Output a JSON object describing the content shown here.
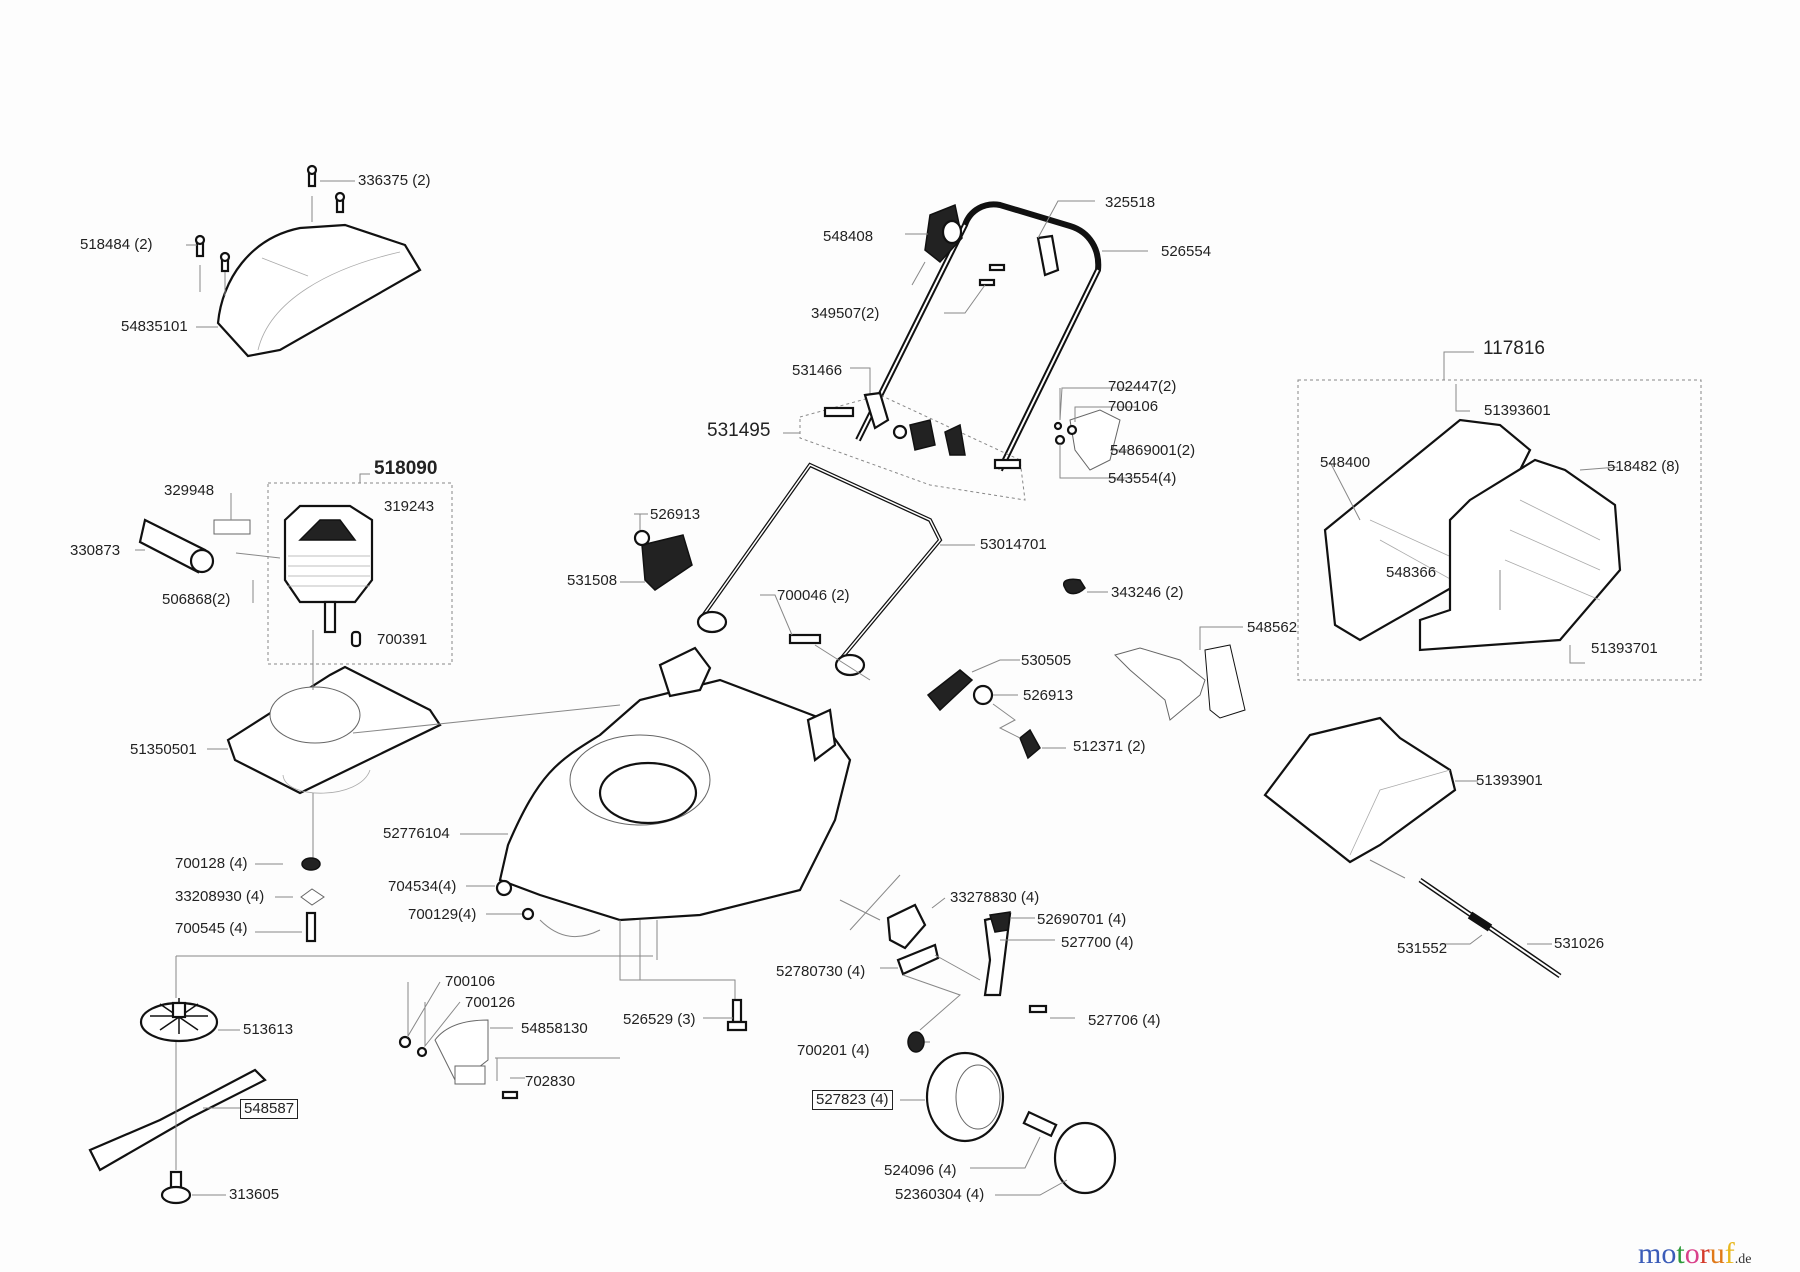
{
  "diagram": {
    "type": "exploded-parts-diagram",
    "subject": "lawn mower",
    "assemblies": {
      "motor": "518090",
      "handle_clamp_set": "531495",
      "grass_catcher": "117816"
    },
    "labels": {
      "l336375": "336375 (2)",
      "l518484": "518484 (2)",
      "l54835101": "54835101",
      "l518090": "518090",
      "l329948": "329948",
      "l319243": "319243",
      "l330873": "330873",
      "l506868": "506868(2)",
      "l700391": "700391",
      "l51350501": "51350501",
      "l52776104": "52776104",
      "l700128": "700128 (4)",
      "l33208930": "33208930 (4)",
      "l700545": "700545 (4)",
      "l704534": "704534(4)",
      "l700129": "700129(4)",
      "l513613": "513613",
      "l548587": "548587",
      "l313605": "313605",
      "l700106b": "700106",
      "l700126": "700126",
      "l54858130": "54858130",
      "l702830": "702830",
      "l526529": "526529 (3)",
      "l548408": "548408",
      "l325518": "325518",
      "l526554": "526554",
      "l349507": "349507(2)",
      "l531466": "531466",
      "l531495": "531495",
      "l702447": "702447(2)",
      "l700106": "700106",
      "l54869001": "54869001(2)",
      "l543554": "543554(4)",
      "l526913a": "526913",
      "l531508": "531508",
      "l53014701": "53014701",
      "l700046": "700046 (2)",
      "l343246": "343246 (2)",
      "l530505": "530505",
      "l526913b": "526913",
      "l512371": "512371 (2)",
      "l548562": "548562",
      "l117816": "117816",
      "l51393601": "51393601",
      "l548400": "548400",
      "l518482": "518482 (8)",
      "l548366": "548366",
      "l51393701": "51393701",
      "l51393901": "51393901",
      "l531552": "531552",
      "l531026": "531026",
      "l33278830": "33278830 (4)",
      "l52690701": "52690701 (4)",
      "l527700": "527700 (4)",
      "l52780730": "52780730 (4)",
      "l527706": "527706 (4)",
      "l700201": "700201 (4)",
      "l527823": "527823 (4)",
      "l524096": "524096 (4)",
      "l52360304": "52360304 (4)"
    }
  },
  "watermark": {
    "letters": [
      "m",
      "o",
      "t",
      "o",
      "r",
      "u",
      "f"
    ],
    "colors": [
      "#3b5cb8",
      "#3b5cb8",
      "#2e9a3a",
      "#d9408a",
      "#d43a2a",
      "#e07a1a",
      "#e8b820"
    ],
    "tld": ".de"
  }
}
